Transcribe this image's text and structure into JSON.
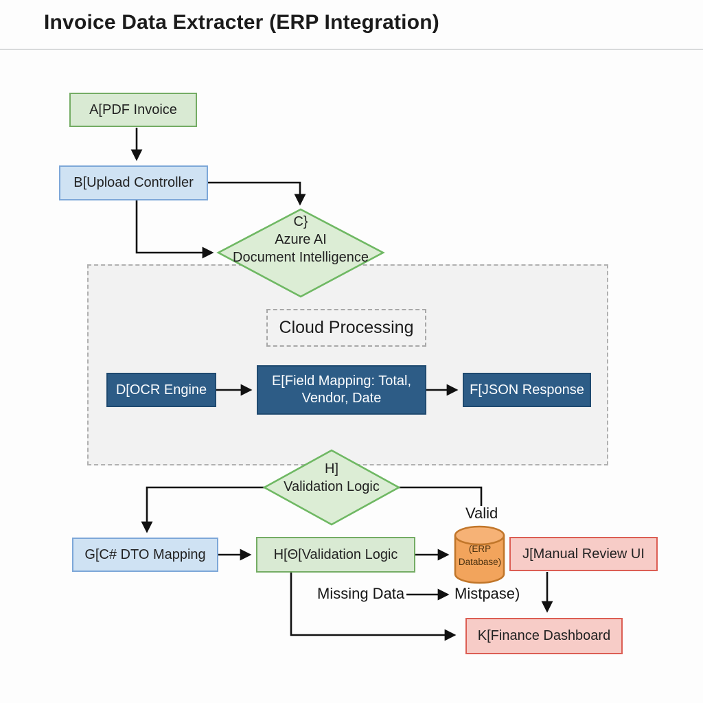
{
  "title": "Invoice Data Extracter (ERP Integration)",
  "nodes": {
    "a": {
      "label": "A[PDF Invoice"
    },
    "b": {
      "label": "B[Upload Controller"
    },
    "c": {
      "line1": "C}",
      "line2": "Azure AI",
      "line3": "Document Intelligence"
    },
    "cloud": {
      "label": "Cloud Processing"
    },
    "d": {
      "label": "D[OCR Engine"
    },
    "e": {
      "line1": "E[Field Mapping: Total,",
      "line2": "Vendor, Date"
    },
    "f": {
      "label": "F[JSON Response"
    },
    "h_diamond": {
      "line1": "H]",
      "line2": "Validation Logic"
    },
    "g": {
      "label": "G[C# DTO Mapping"
    },
    "h": {
      "label": "H[Θ[Validation Logic"
    },
    "db": {
      "line1": "(ERP",
      "line2": "Database)"
    },
    "j": {
      "label": "J[Manual Review UI"
    },
    "k": {
      "label": "K[Finance Dashboard"
    }
  },
  "edge_labels": {
    "valid": "Valid",
    "missing_data": "Missing Data",
    "mistpase": "Mistpase)"
  },
  "colors": {
    "green_fill": "#d9ead3",
    "green_border": "#74ac64",
    "blue_fill": "#cfe2f3",
    "blue_border": "#7da7d8",
    "navy_fill": "#2d5c86",
    "navy_border": "#1f4a70",
    "red_fill": "#f7ccc7",
    "red_border": "#dc5e54",
    "orange_fill": "#f2a45c",
    "orange_border": "#c1762a",
    "container_fill": "#f2f2f2",
    "dashed_border": "#b0b0b0",
    "connector": "#111111"
  }
}
